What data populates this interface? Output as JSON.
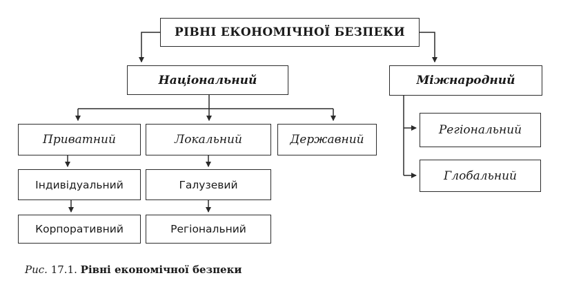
{
  "diagram": {
    "root": "РІВНІ ЕКОНОМІЧНОЇ БЕЗПЕКИ",
    "national": {
      "label": "Національний",
      "children": {
        "private": {
          "label": "Приватний",
          "children": [
            "Індивідуальний",
            "Корпоративний"
          ]
        },
        "local": {
          "label": "Локальний",
          "children": [
            "Галузевий",
            "Регіональний"
          ]
        },
        "state": {
          "label": "Державний"
        }
      }
    },
    "international": {
      "label": "Міжнародний",
      "children": [
        "Регіональний",
        "Глобальний"
      ]
    }
  },
  "caption": {
    "prefix": "Рис.",
    "number": "17.1.",
    "title": "Рівні економічної безпеки"
  }
}
